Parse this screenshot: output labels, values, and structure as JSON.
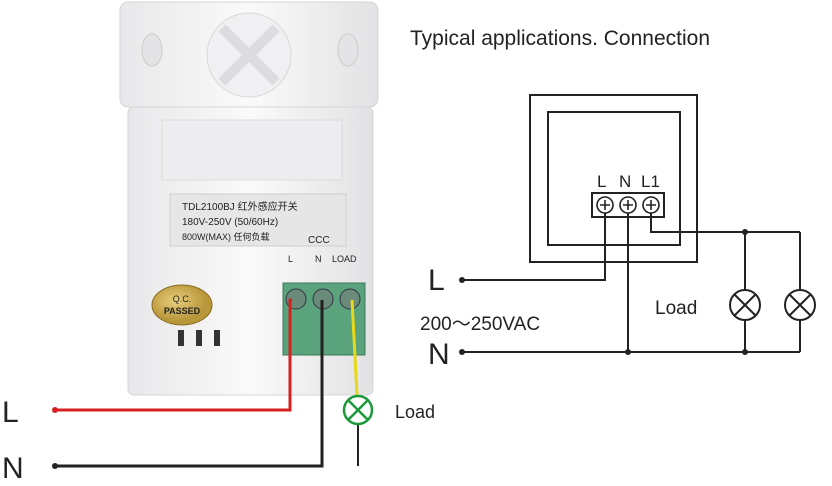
{
  "title": "Typical applications. Connection",
  "device": {
    "label_line1": "TDL2100BJ 红外感应开关",
    "label_line2": "180V-250V (50/60Hz)",
    "label_line3": "800W(MAX)  任何负载",
    "ccc_mark": "CCC",
    "terminal_labels": [
      "L",
      "N",
      "LOAD"
    ],
    "qc_badge": [
      "Q.C.",
      "PASSED"
    ]
  },
  "left_wiring": {
    "line_label": "L",
    "neutral_label": "N",
    "load_label": "Load",
    "wire_colors": {
      "line": "#d42020",
      "neutral": "#222222",
      "load": "#e8d81a",
      "lamp": "#1a9a3a"
    }
  },
  "right_diagram": {
    "terminal_labels": [
      "L",
      "N",
      "L1"
    ],
    "line_label": "L",
    "neutral_label": "N",
    "voltage_label": "200～250VAC",
    "load_label": "Load"
  }
}
